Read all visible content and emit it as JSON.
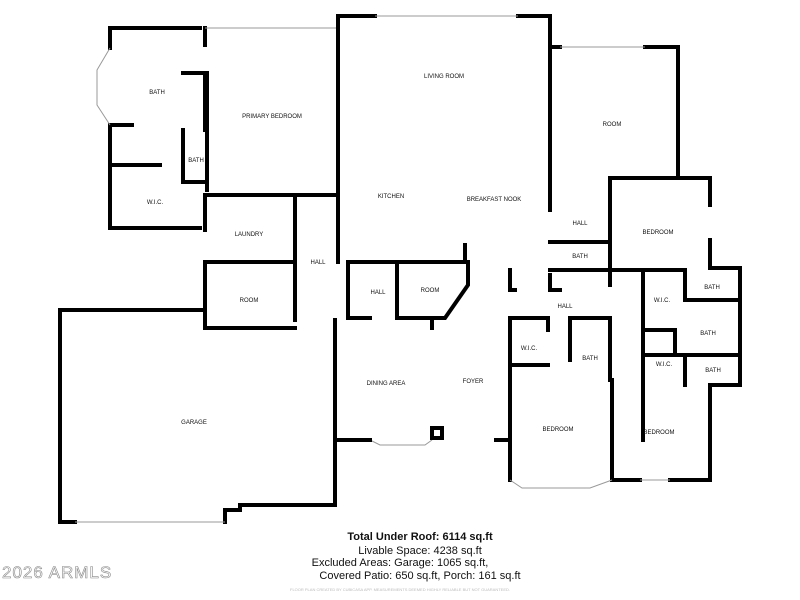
{
  "rooms": {
    "bath_top_left": "BATH",
    "primary_bedroom": "PRIMARY BEDROOM",
    "bath_small": "BATH",
    "wic_left": "W.I.C.",
    "living_room": "LIVING ROOM",
    "room_top_right": "ROOM",
    "kitchen": "KITCHEN",
    "breakfast_nook": "BREAKFAST NOOK",
    "laundry": "LAUNDRY",
    "hall_center": "HALL",
    "room_left": "ROOM",
    "hall_small": "HALL",
    "room_small": "ROOM",
    "hall_right_top": "HALL",
    "bath_right_top": "BATH",
    "bedroom_right_top": "BEDROOM",
    "hall_right": "HALL",
    "wic_a": "W.I.C.",
    "bath_a": "BATH",
    "bath_b": "BATH",
    "bath_c": "BATH",
    "wic_b": "W.I.C.",
    "wic_c": "W.I.C.",
    "bath_d": "BATH",
    "dining_area": "DINING AREA",
    "foyer": "FOYER",
    "garage": "GARAGE",
    "bedroom_bay": "BEDROOM",
    "bedroom_bottom_right": "BEDROOM"
  },
  "footer": {
    "title": "Total Under Roof: 6114 sq.ft",
    "livable": "Livable Space: 4238 sq.ft",
    "excluded": "Excluded Areas: Garage: 1065 sq.ft,",
    "patio": "Covered Patio: 650 sq.ft, Porch: 161 sq.ft",
    "disclaimer": "FLOOR PLAN CREATED BY CUBICASA APP. MEASUREMENTS DEEMED HIGHLY RELIABLE BUT NOT GUARANTEED.",
    "watermark": "2026 ARMLS"
  }
}
